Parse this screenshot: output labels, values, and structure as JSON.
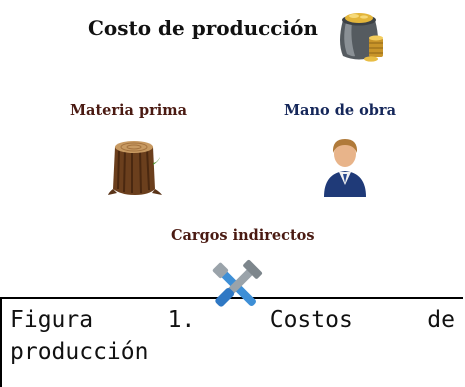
{
  "title": "Costo de producción",
  "elements": {
    "materia_prima": "Materia prima",
    "mano_de_obra": "Mano de obra",
    "cargos_indirectos": "Cargos indirectos"
  },
  "caption": {
    "word1": "Figura",
    "word2": "1.",
    "word3": "Costos",
    "word4": "de",
    "line2": "producción"
  },
  "icons": {
    "title": "money-pot-icon",
    "materia_prima": "tree-stump-icon",
    "mano_de_obra": "person-icon",
    "cargos_indirectos": "tools-icon"
  },
  "colors": {
    "title_text": "#111111",
    "materia_prima_text": "#4a1a12",
    "mano_de_obra_text": "#15275a",
    "cargos_indirectos_text": "#4a1a12"
  }
}
